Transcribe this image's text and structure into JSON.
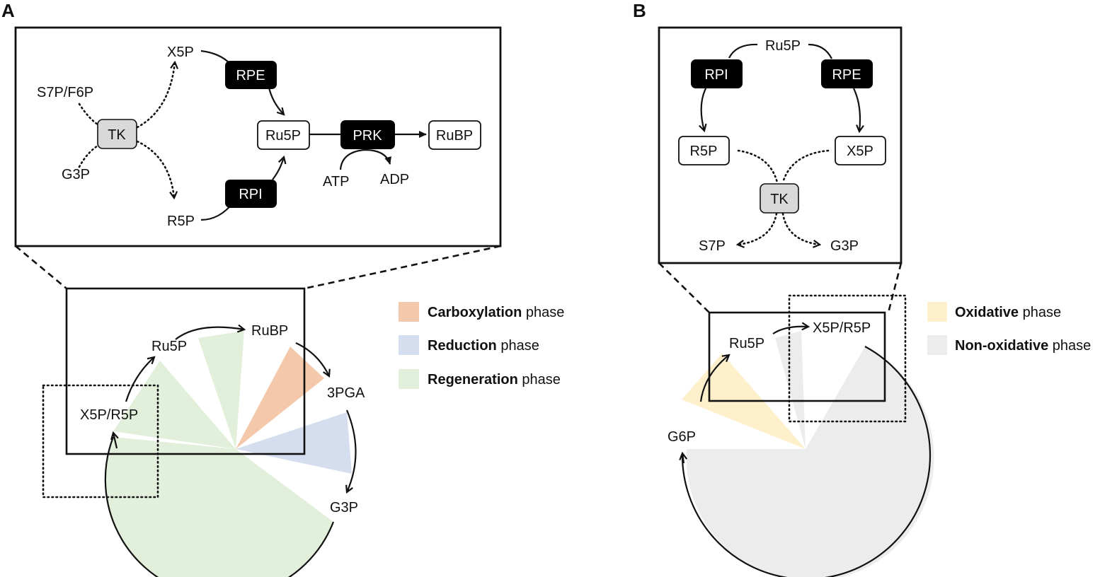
{
  "panel_a": {
    "letter": "A",
    "zoom": {
      "x5p": "X5P",
      "s7p_f6p": "S7P/F6P",
      "g3p": "G3P",
      "r5p": "R5P",
      "ru5p": "Ru5P",
      "rubp": "RuBP",
      "atp": "ATP",
      "adp": "ADP",
      "tk": "TK",
      "rpe": "RPE",
      "rpi": "RPI",
      "prk": "PRK"
    },
    "cycle": {
      "ru5p": "Ru5P",
      "rubp": "RuBP",
      "pga3": "3PGA",
      "g3p": "G3P",
      "x5p_r5p": "X5P/R5P"
    },
    "legend": [
      {
        "bold": "Carboxylation",
        "rest": " phase",
        "color": "#f4c9ab"
      },
      {
        "bold": "Reduction",
        "rest": " phase",
        "color": "#d5deef"
      },
      {
        "bold": "Regeneration",
        "rest": " phase",
        "color": "#e2efdb"
      }
    ]
  },
  "panel_b": {
    "letter": "B",
    "zoom": {
      "ru5p": "Ru5P",
      "rpi": "RPI",
      "rpe": "RPE",
      "r5p": "R5P",
      "x5p": "X5P",
      "tk": "TK",
      "s7p": "S7P",
      "g3p": "G3P"
    },
    "cycle": {
      "ru5p": "Ru5P",
      "x5p_r5p": "X5P/R5P",
      "g6p": "G6P"
    },
    "legend": [
      {
        "bold": "Oxidative",
        "rest": " phase",
        "color": "#fdf0cb"
      },
      {
        "bold": "Non-oxidative",
        "rest": " phase",
        "color": "#ececec"
      }
    ]
  }
}
